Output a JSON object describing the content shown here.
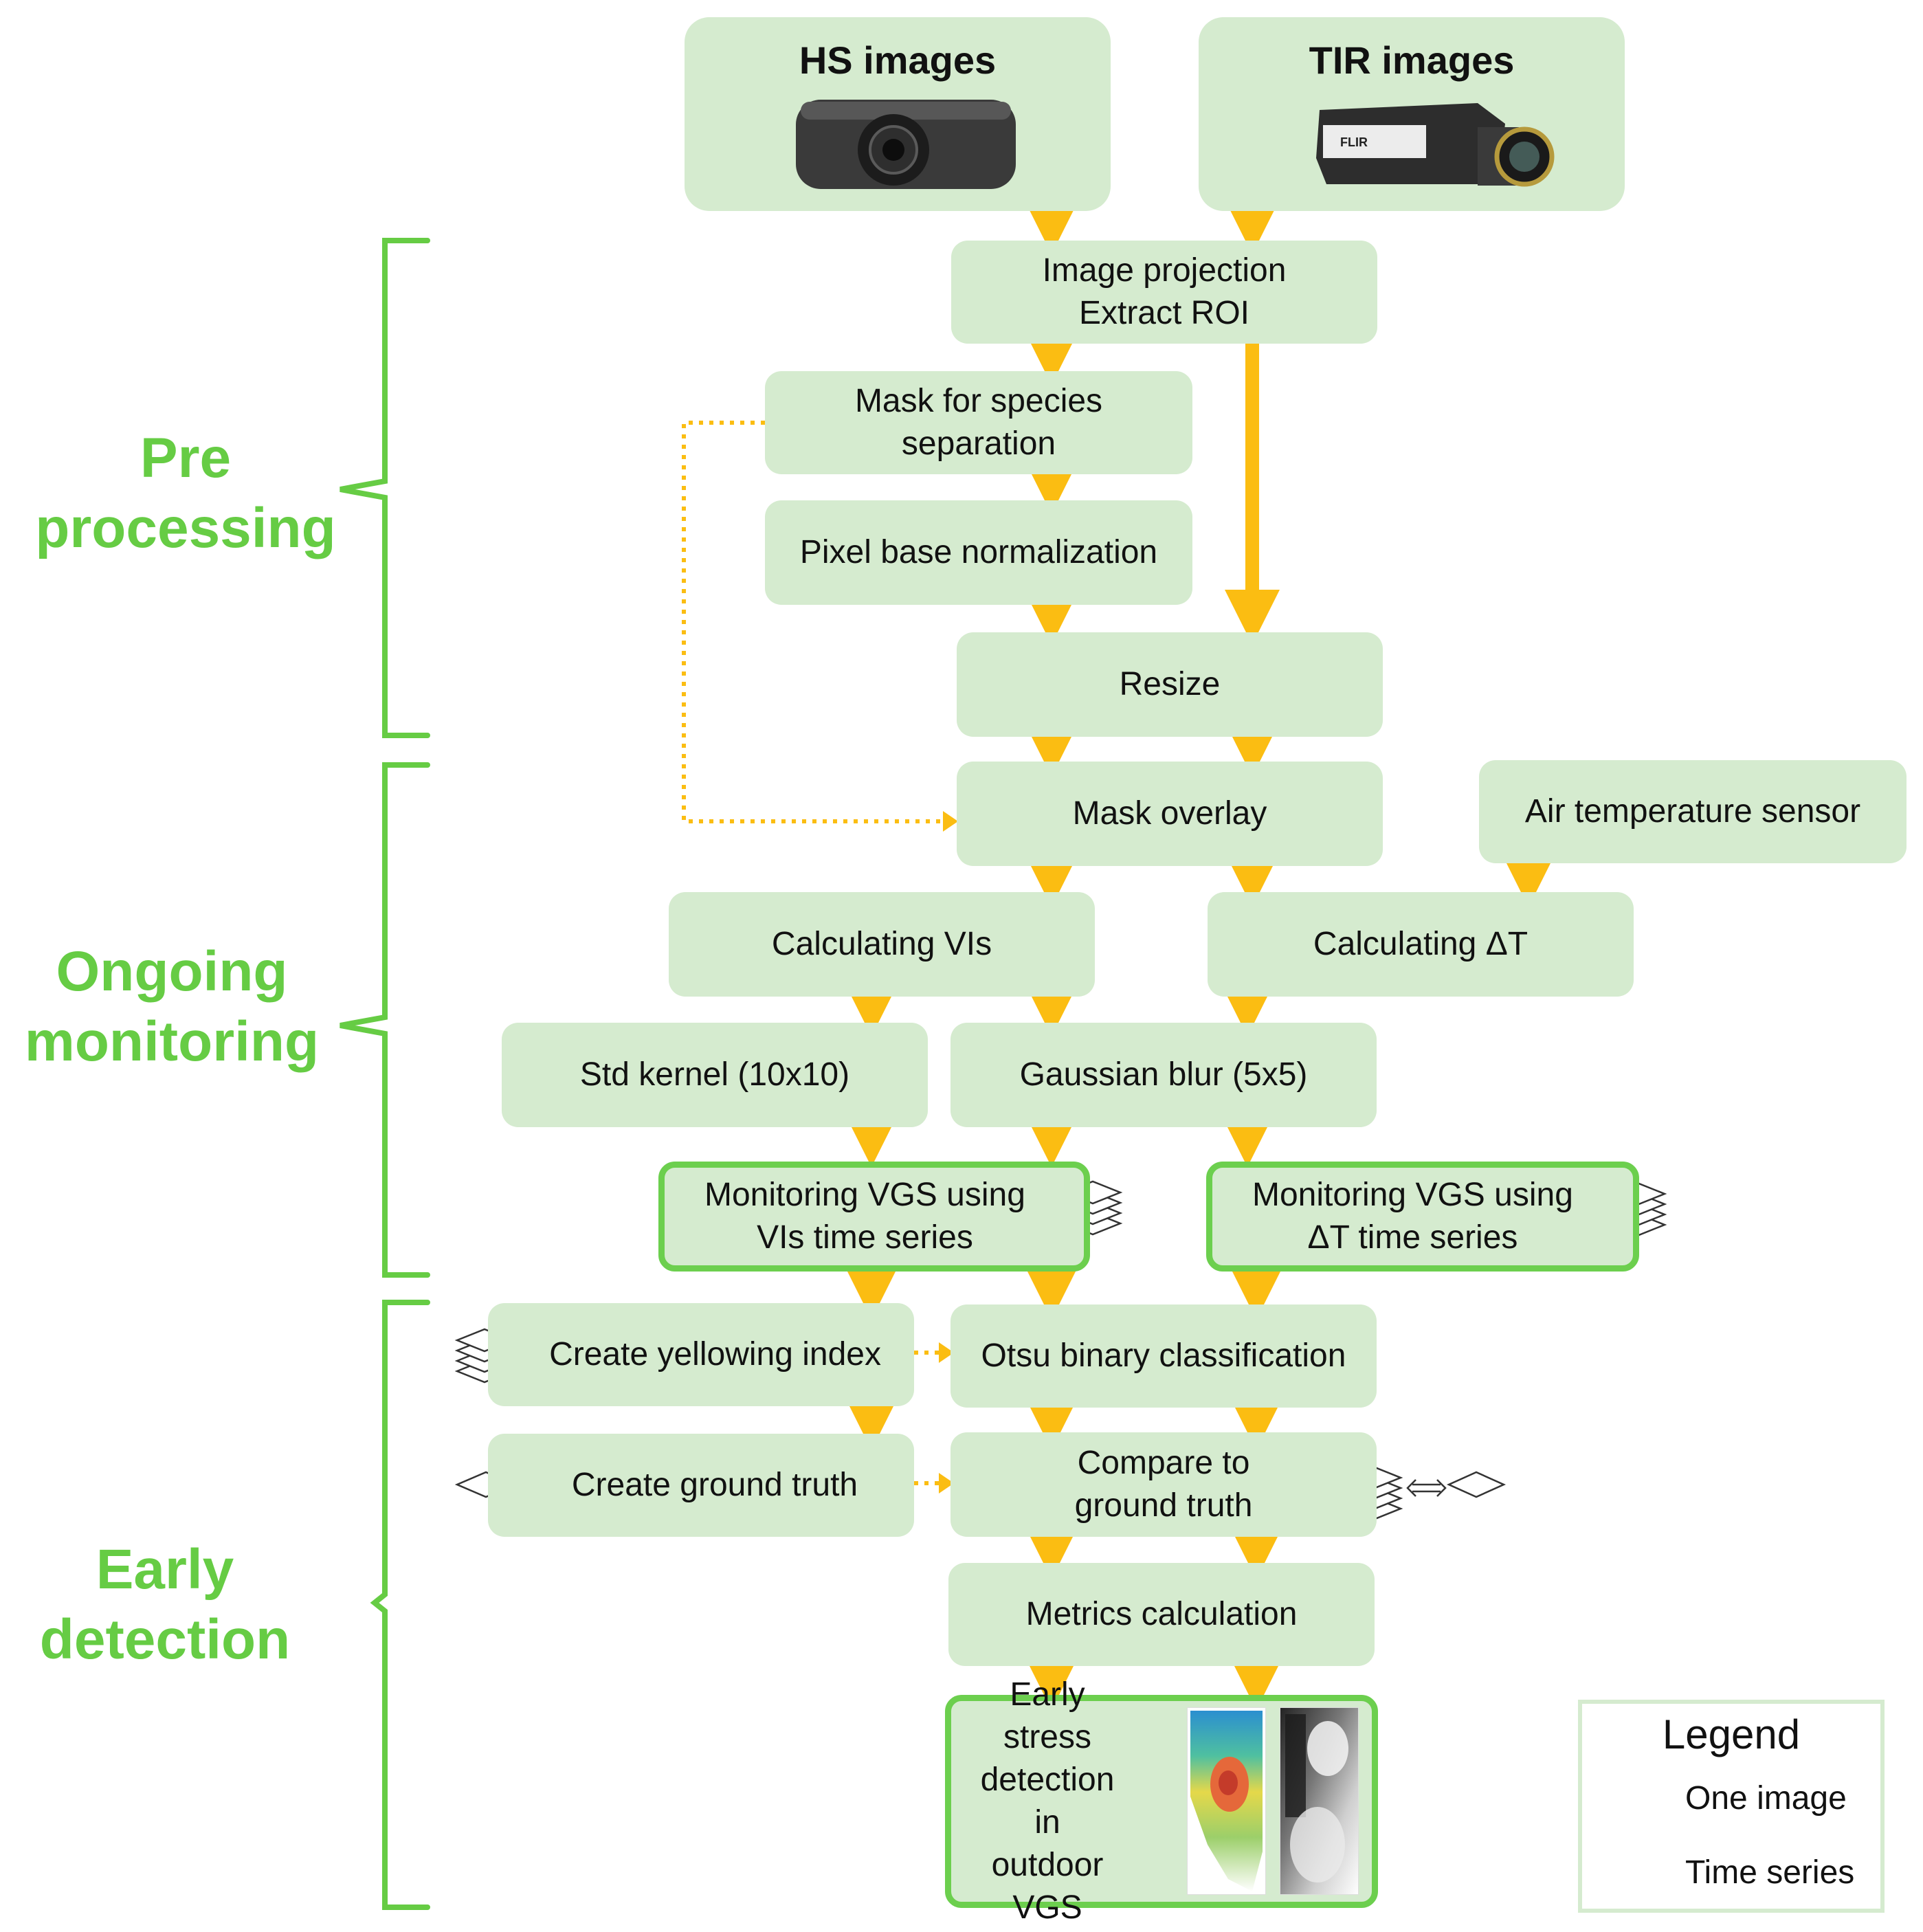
{
  "stages": {
    "pre": "Pre\nprocessing",
    "ongoing": "Ongoing\nmonitoring",
    "early": "Early\ndetection"
  },
  "sources": {
    "hs": "HS images",
    "tir": "TIR images",
    "hs_camera_icon": "hyperspectral-camera-icon",
    "tir_camera_icon": "thermal-camera-icon",
    "tir_brand": "FLIR"
  },
  "steps": {
    "projection": "Image projection\nExtract ROI",
    "mask_species": "Mask for species\nseparation",
    "normalization": "Pixel base normalization",
    "resize": "Resize",
    "mask_overlay": "Mask overlay",
    "air_temp": "Air temperature sensor",
    "calc_vis": "Calculating VIs",
    "calc_dt": "Calculating ΔT",
    "std_kernel": "Std kernel (10x10)",
    "gaussian": "Gaussian blur (5x5)",
    "monitor_vis": "Monitoring VGS using\nVIs time series",
    "monitor_dt": "Monitoring VGS using\nΔT time series",
    "yellowing": "Create yellowing index",
    "otsu": "Otsu binary classification",
    "ground_truth": "Create ground truth",
    "compare": "Compare to\nground truth",
    "metrics": "Metrics calculation",
    "early_stress": "Early stress\ndetection\nin outdoor\nVGS"
  },
  "legend": {
    "title": "Legend",
    "one_image": "One image",
    "time_series": "Time series"
  },
  "colors": {
    "box_fill": "#d5ebcf",
    "highlight_border": "#6ccf4e",
    "stage_text": "#66cc44",
    "arrow": "#fbbd12"
  }
}
